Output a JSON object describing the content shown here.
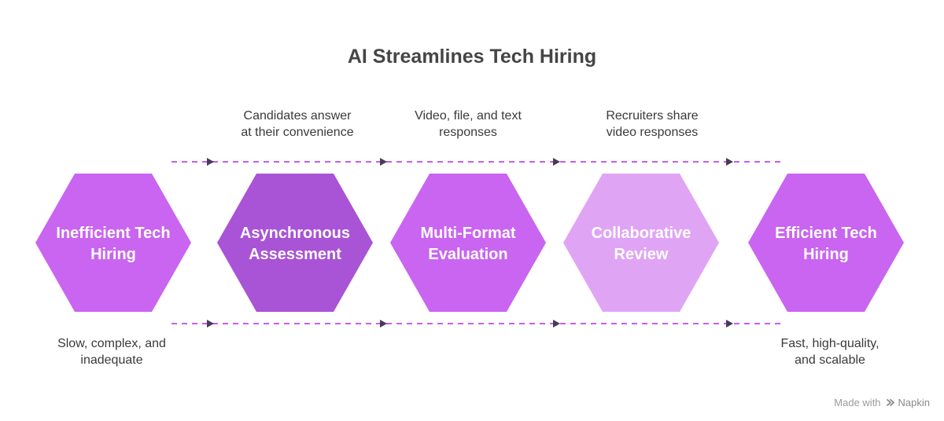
{
  "title": "AI Streamlines Tech Hiring",
  "colors": {
    "hex_default": "#c965f0",
    "hex_dark": "#a953d6",
    "hex_light": "#e0a4f5",
    "connector": "#c65ef0",
    "arrowhead": "#4a3a55"
  },
  "steps": [
    {
      "label_line1": "Inefficient Tech",
      "label_line2": "Hiring",
      "style": "default"
    },
    {
      "label_line1": "Asynchronous",
      "label_line2": "Assessment",
      "style": "dark"
    },
    {
      "label_line1": "Multi-Format",
      "label_line2": "Evaluation",
      "style": "default"
    },
    {
      "label_line1": "Collaborative",
      "label_line2": "Review",
      "style": "light"
    },
    {
      "label_line1": "Efficient Tech",
      "label_line2": "Hiring",
      "style": "default"
    }
  ],
  "top_notes": [
    {
      "line1": "Candidates answer",
      "line2": "at their convenience"
    },
    {
      "line1": "Video, file, and text",
      "line2": "responses"
    },
    {
      "line1": "Recruiters share",
      "line2": "video responses"
    }
  ],
  "bottom_notes": [
    {
      "line1": "Slow, complex, and",
      "line2": "inadequate"
    },
    {
      "line1": "Fast, high-quality,",
      "line2": "and scalable"
    }
  ],
  "footer": {
    "made_with": "Made with",
    "brand": "Napkin",
    "brand_icon": "napkin-logo-icon"
  }
}
